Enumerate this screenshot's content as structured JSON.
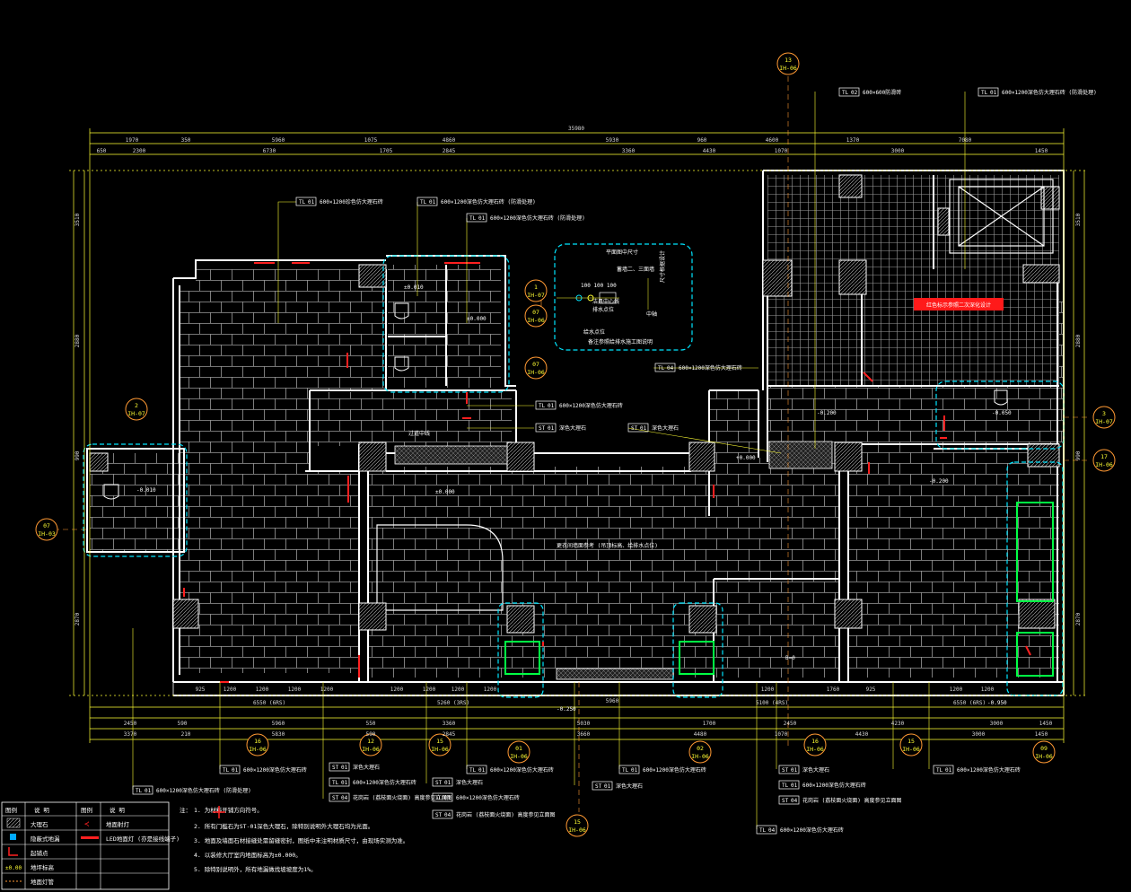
{
  "colors": {
    "background": "#000000",
    "wall": "#ffffff",
    "grid": "#b0b0b0",
    "dimension": "#ffff33",
    "leader": "#ffff33",
    "zone": "#00e5ff",
    "fixture": "#00ff44",
    "marker": "#ff2020"
  },
  "overall_dim": "35980",
  "top_dims_row1": [
    "1970",
    "350",
    "5960",
    "1075",
    "4860",
    "5930",
    "960",
    "4600",
    "1370",
    "7080"
  ],
  "top_dims_row2": [
    "650",
    "2300",
    "6730",
    "1705",
    "2845",
    "3360",
    "4430",
    "1070",
    "3000",
    "1450"
  ],
  "left_dims": [
    "3510",
    "2880",
    "990",
    "2870"
  ],
  "right_dims": [
    "3510",
    "2880",
    "990",
    "2870"
  ],
  "bottom_dims_row1": [
    "925",
    "1200",
    "1200",
    "1200",
    "1200",
    "1200",
    "1200",
    "1200",
    "1200",
    "1200",
    "925",
    "1760",
    "1200",
    "5960",
    "1200"
  ],
  "bottom_dims_row2": [
    "2450",
    "590",
    "5960",
    "550",
    "3360",
    "5030",
    "1700",
    "2450",
    "4230",
    "3000",
    "1450"
  ],
  "bottom_dims_row3": [
    "3370",
    "210",
    "5830",
    "590",
    "2845",
    "3660",
    "4480",
    "1070",
    "4430",
    "3000",
    "1450"
  ],
  "bottom_span_labels": [
    "6550 (6RS)",
    "5260 (3RS)",
    "5100 (4RS)",
    "6550 (6RS)"
  ],
  "axis_markers": [
    {
      "num": "13",
      "sub": "IH-06"
    },
    {
      "num": "1",
      "sub": "IH-07"
    },
    {
      "num": "07",
      "sub": "IH-06"
    },
    {
      "num": "07",
      "sub": "IH-06"
    },
    {
      "num": "2",
      "sub": "IH-07"
    },
    {
      "num": "07",
      "sub": "IH-03"
    },
    {
      "num": "3",
      "sub": "IH-07"
    },
    {
      "num": "17",
      "sub": "IH-06"
    },
    {
      "num": "16",
      "sub": "IH-06"
    },
    {
      "num": "12",
      "sub": "IH-06"
    },
    {
      "num": "15",
      "sub": "IH-06"
    },
    {
      "num": "01",
      "sub": "IH-06"
    },
    {
      "num": "02",
      "sub": "IH-06"
    },
    {
      "num": "16",
      "sub": "IH-06"
    },
    {
      "num": "15",
      "sub": "IH-06"
    },
    {
      "num": "09",
      "sub": "IH-06"
    },
    {
      "num": "15",
      "sub": "IH-06"
    }
  ],
  "material_tags": [
    {
      "code": "TL",
      "num": "01",
      "desc": "600×1200珍色仿大理石砖"
    },
    {
      "code": "TL",
      "num": "01",
      "desc": "600×1200深色仿大理石砖 (防滑处理)"
    },
    {
      "code": "TL",
      "num": "01",
      "desc": "600×1200深色仿大理石砖 (防滑处理)"
    },
    {
      "code": "TL",
      "num": "02",
      "desc": "600×600防滑砖"
    },
    {
      "code": "TL",
      "num": "01",
      "desc": "600×1200深色仿大理石砖 (防滑处理)"
    },
    {
      "code": "TL",
      "num": "04",
      "desc": "600×1200深色仿大理石砖"
    },
    {
      "code": "TL",
      "num": "01",
      "desc": "600×1200深色仿大理石砖"
    },
    {
      "code": "ST",
      "num": "01",
      "desc": "深色大理石"
    },
    {
      "code": "ST",
      "num": "01",
      "desc": "深色大理石"
    },
    {
      "code": "TL",
      "num": "01",
      "desc": "600×1200深色仿大理石砖 (防滑处理)"
    },
    {
      "code": "TL",
      "num": "01",
      "desc": "600×1200深色仿大理石砖"
    },
    {
      "code": "ST",
      "num": "01",
      "desc": "深色大理石"
    },
    {
      "code": "TL",
      "num": "01",
      "desc": "600×1200深色仿大理石砖"
    },
    {
      "code": "ST",
      "num": "04",
      "desc": "花岗岩 (荔枝面火烧面)  高度参见立面图"
    },
    {
      "code": "ST",
      "num": "01",
      "desc": "深色大理石"
    },
    {
      "code": "TL",
      "num": "01",
      "desc": "600×1200深色仿大理石砖"
    },
    {
      "code": "ST",
      "num": "04",
      "desc": "花岗岩 (荔枝面火烧面)  高度参见立面图"
    },
    {
      "code": "TL",
      "num": "01",
      "desc": "600×1200深色仿大理石砖"
    },
    {
      "code": "ST",
      "num": "01",
      "desc": "深色大理石"
    },
    {
      "code": "TL",
      "num": "01",
      "desc": "600×1200深色仿大理石砖"
    },
    {
      "code": "TL",
      "num": "04",
      "desc": "600×1200深色仿大理石砖"
    },
    {
      "code": "ST",
      "num": "01",
      "desc": "深色大理石"
    },
    {
      "code": "TL",
      "num": "01",
      "desc": "600×1200深色仿大理石砖"
    },
    {
      "code": "ST",
      "num": "04",
      "desc": "花岗岩 (荔枝面火烧面)  高度参见立面图"
    },
    {
      "code": "TL",
      "num": "01",
      "desc": "600×1200深色仿大理石砖"
    }
  ],
  "detail_box": {
    "title": "平面图中尺寸",
    "lines": [
      "100  100  100",
      "蓄墙二、三面墙",
      "尺寸根据设计",
      "排水点位",
      "中轴",
      "洁具中心线",
      "给水点位",
      "备注参照给排水施工图说明"
    ]
  },
  "red_tag": "红色标示参照二次深化设计",
  "room_notes": [
    "过道中线",
    "更衣间墙面参考 (吊顶标高、给排水点位)",
    "B=0"
  ],
  "elevations": [
    "±0.010",
    "±0.000",
    "-0.010",
    "-0.050",
    "±0.000",
    "-0.200",
    "-0.250",
    "-0.200",
    "+0.000",
    "-0.950"
  ],
  "legend": {
    "header_symbol": "图例",
    "header_desc": "说 明",
    "rows": [
      {
        "symbol": "hatch",
        "desc": "大理石",
        "symbol2": "wall-lamp",
        "desc2": "地面射灯"
      },
      {
        "symbol": "square",
        "desc": "隐蔽式地漏",
        "symbol2": "strip",
        "desc2": "LED地面灯 (亦是接线端子)"
      },
      {
        "symbol": "corner",
        "desc": "起铺点",
        "symbol2": "",
        "desc2": ""
      },
      {
        "symbol": "level",
        "desc": "地坪标高",
        "symbol2": "",
        "desc2": ""
      },
      {
        "symbol": "pipe",
        "desc": "地面灯管",
        "symbol2": "",
        "desc2": ""
      }
    ]
  },
  "notes": {
    "label": "注：",
    "items": [
      "1.       为材料开铺方向符号。",
      "2. 所有门槛石为ST-01深色大理石，除特别说明外大理石均为光面。",
      "3. 地面及墙面石材接缝处需留缝密封，图纸中未注明材质尺寸，由现场实测为准。",
      "4. 以装修大厅室内地面标高为±0.000。",
      "5. 除特别说明外，所有地漏做找坡坡度为1%。"
    ]
  }
}
